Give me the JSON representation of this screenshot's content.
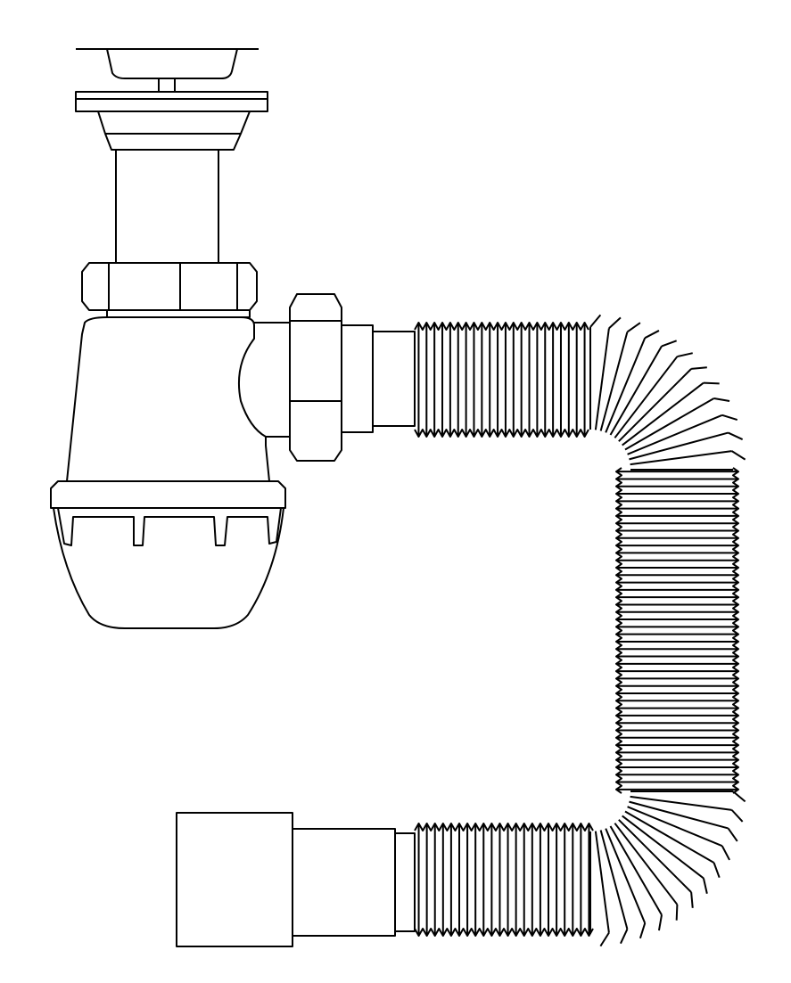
{
  "colors": {
    "stroke": "#000000",
    "background": "#ffffff"
  },
  "hose": {
    "top_ridges": 22,
    "vertical_ridges": 44,
    "bottom_ridges": 22,
    "bend_folds": 12
  }
}
